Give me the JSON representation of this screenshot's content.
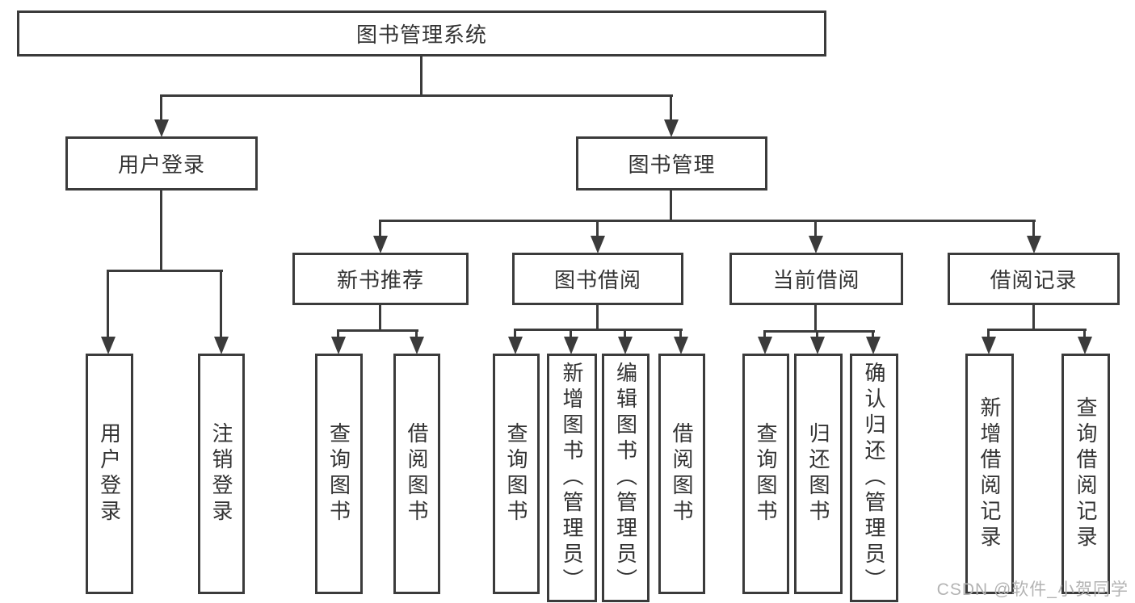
{
  "nodes": {
    "root": "图书管理系统",
    "level2": {
      "user_login": "用户登录",
      "book_mgmt": "图书管理"
    },
    "level3": {
      "new_book_rec": "新书推荐",
      "book_borrow": "图书借阅",
      "current_borrow": "当前借阅",
      "borrow_record": "借阅记录"
    },
    "leaves": {
      "user_login": "用户登录",
      "logout": "注销登录",
      "query_book_a": "查询图书",
      "borrow_book_a": "借阅图书",
      "query_book_b": "查询图书",
      "add_book": "新增图书（管理员）",
      "edit_book": "编辑图书（管理员）",
      "borrow_book_b": "借阅图书",
      "query_book_c": "查询图书",
      "return_book": "归还图书",
      "confirm_return": "确认归还（管理员）",
      "add_record": "新增借阅记录",
      "query_record": "查询借阅记录"
    }
  },
  "watermark": "CSDN @软件_小贺同学",
  "colors": {
    "line": "#3b3b3b",
    "text": "#333333",
    "background": "#ffffff",
    "watermark": "#b3b3b3"
  }
}
